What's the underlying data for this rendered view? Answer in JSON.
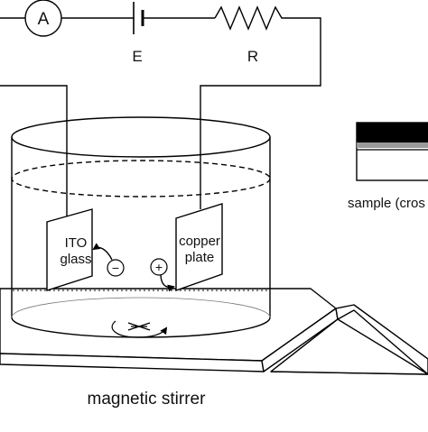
{
  "labels": {
    "ammeter": "A",
    "battery": "E",
    "resistor": "R",
    "ito_line1": "ITO",
    "ito_line2": "glass",
    "copper_line1": "copper",
    "copper_line2": "plate",
    "minus_sign": "−",
    "plus_sign": "+",
    "sample_caption": "sample (cros",
    "stirrer_caption": "magnetic stirrer"
  }
}
